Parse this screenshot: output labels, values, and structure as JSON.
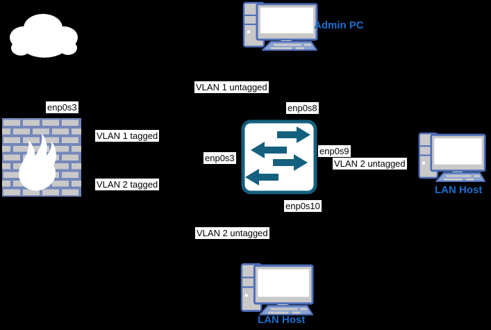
{
  "canvas": {
    "background": "#000000"
  },
  "colors": {
    "label_bg": "#ffffff",
    "label_text": "#000000",
    "host_label": "#1a6fd2",
    "switch_accent": "#15607e",
    "firewall_mortar": "#7487bb",
    "firewall_brick": "#c9c9c9",
    "pc_outline": "#4e6db8",
    "pc_body": "#c9c9c9",
    "keyboard_fill": "#8ba2d0",
    "cloud_fill": "#ffffff"
  },
  "nodes": {
    "internet_cloud": {
      "type": "cloud"
    },
    "admin_pc": {
      "label": "Admin PC"
    },
    "firewall": {
      "interface_label": "enp0s3"
    },
    "switch": {
      "port_top": "enp0s8",
      "port_left": "enp0s3",
      "port_right": "enp0s9",
      "port_bottom": "enp0s10"
    },
    "lan_host_right": {
      "label": "LAN Host"
    },
    "lan_host_bottom": {
      "label": "LAN Host"
    }
  },
  "links": {
    "admin_pc_to_switch": "VLAN 1 untagged",
    "firewall_to_switch_vlan1": "VLAN 1 tagged",
    "firewall_to_switch_vlan2": "VLAN 2 tagged",
    "switch_to_lan_host_right": "VLAN 2 untagged",
    "switch_to_lan_host_bottom": "VLAN 2 untagged"
  }
}
